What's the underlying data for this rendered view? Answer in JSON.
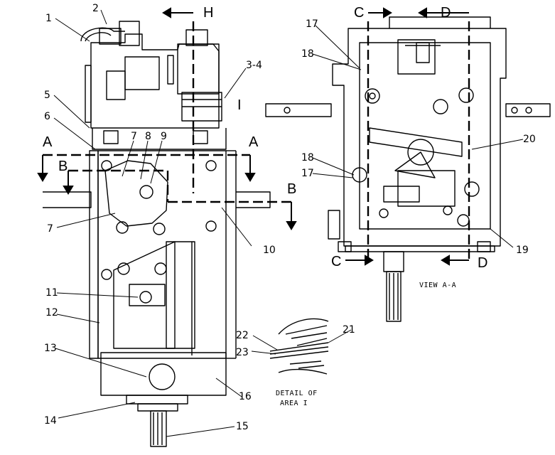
{
  "drawing": {
    "section_letters": {
      "H_top": "H",
      "A_left": "A",
      "A_right": "A",
      "B_left": "B",
      "B_right": "B",
      "C_top": "C",
      "C_bottom": "C",
      "D_top": "D",
      "D_bottom": "D",
      "I_mark": "I"
    },
    "callouts": {
      "c1": "1",
      "c2": "2",
      "c3_4": "3-4",
      "c5": "5",
      "c6": "6",
      "c7a": "7",
      "c7b": "7",
      "c8": "8",
      "c9": "9",
      "c10": "10",
      "c11": "11",
      "c12": "12",
      "c13": "13",
      "c14": "14",
      "c15": "15",
      "c16": "16",
      "c17a": "17",
      "c17b": "17",
      "c18a": "18",
      "c18b": "18",
      "c19": "19",
      "c20": "20",
      "c21": "21",
      "c22": "22",
      "c23": "23"
    },
    "captions": {
      "view_aa": "VIEW A-A",
      "detail_line1": "DETAIL OF",
      "detail_line2": "AREA I"
    }
  }
}
